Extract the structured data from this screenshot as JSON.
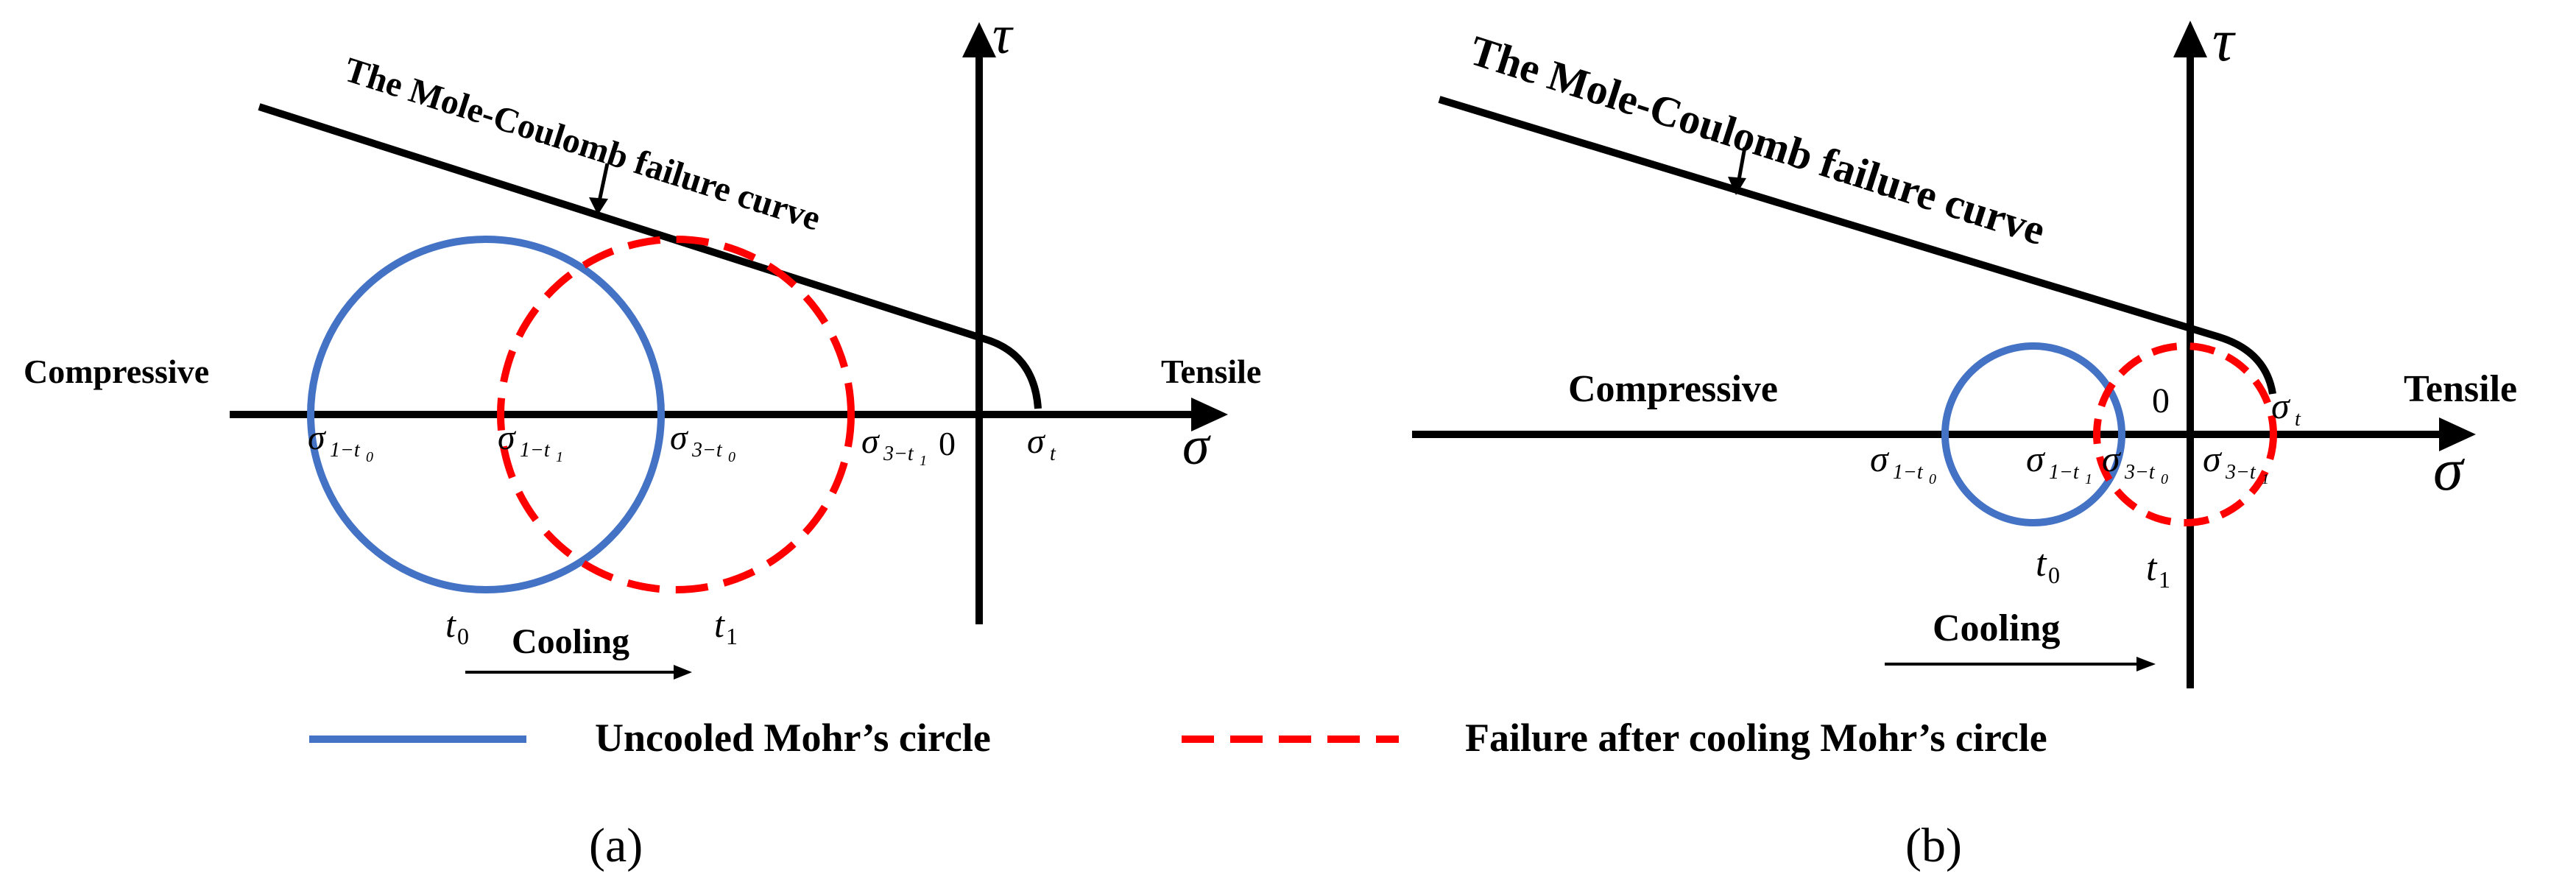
{
  "panel_a": {
    "failure_curve_label": "The Mole-Coulomb failure curve",
    "tau": "τ",
    "sigma": "σ",
    "compressive": "Compressive",
    "tensile": "Tensile",
    "origin": "0",
    "sigma_symbol": "σ",
    "sub_1_t0": "1−t",
    "sub_1_t1": "1−t",
    "sub_3_t0": "3−t",
    "sub_3_t1": "3−t",
    "sub_t": "t",
    "idx_0": "0",
    "idx_1": "1",
    "t_symbol": "t",
    "cooling": "Cooling",
    "caption": "(a)"
  },
  "panel_b": {
    "failure_curve_label": "The Mole-Coulomb failure curve",
    "tau": "τ",
    "sigma": "σ",
    "compressive": "Compressive",
    "tensile": "Tensile",
    "origin": "0",
    "sigma_symbol": "σ",
    "sub_1_t0": "1−t",
    "sub_1_t1": "1−t",
    "sub_3_t0": "3−t",
    "sub_3_t1": "3−t",
    "sub_t": "t",
    "idx_0": "0",
    "idx_1": "1",
    "t_symbol": "t",
    "cooling": "Cooling",
    "caption": "(b)"
  },
  "legend": {
    "uncooled": "Uncooled Mohr’s circle",
    "failure": "Failure after cooling Mohr’s circle"
  },
  "colors": {
    "uncooled_circle": "#4472C4",
    "failure_circle": "#FF0000",
    "ink": "#000000"
  }
}
